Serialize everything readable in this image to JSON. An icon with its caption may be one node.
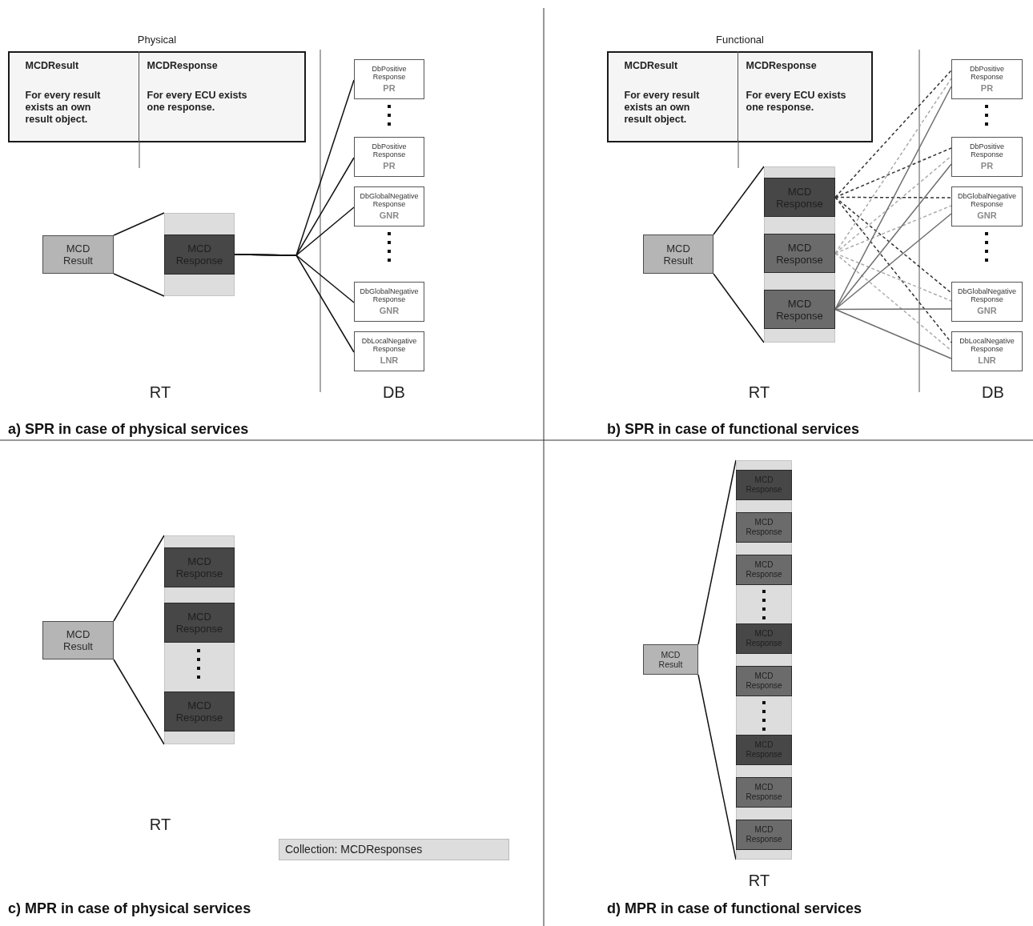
{
  "diagram": {
    "nodes": [
      {
        "text": [
          "Physical"
        ]
      },
      {
        "text": [
          "MCDResult",
          "For every result exists an own result object."
        ],
        "in": 0
      },
      {
        "text": [
          "MCDResponse",
          "For every ECU exists one response."
        ],
        "in": 0
      },
      {
        "text": [
          "MCD Result"
        ]
      },
      {
        "text": [],
        "shape": "bar"
      },
      {
        "text": [
          "MCD Response"
        ],
        "in": 4
      },
      {
        "text": [
          "DbPositive Response",
          "PR"
        ]
      },
      {
        "text": [
          "DbPositive Response",
          "PR"
        ]
      },
      {
        "text": [
          "DbGlobalNegative Response",
          "GNR"
        ]
      },
      {
        "text": [
          "DbGlobalNegative Response",
          "GNR"
        ]
      },
      {
        "text": [
          "DbLocalNegative Response",
          "LNR"
        ]
      },
      {
        "text": [
          "Functional"
        ]
      },
      {
        "text": [
          "MCDResult",
          "For every result exists an own result object."
        ],
        "in": 11
      },
      {
        "text": [
          "MCDResponse",
          "For every ECU exists one response."
        ],
        "in": 11
      },
      {
        "text": [
          "MCD Result"
        ]
      },
      {
        "text": [],
        "shape": "bar"
      },
      {
        "text": [
          "MCD Response"
        ],
        "in": 15
      },
      {
        "text": [
          "MCD Response"
        ],
        "in": 15
      },
      {
        "text": [
          "MCD Response"
        ],
        "in": 15
      },
      {
        "text": [
          "DbPositive Response",
          "PR"
        ]
      },
      {
        "text": [
          "DbPositive Response",
          "PR"
        ]
      },
      {
        "text": [
          "DbGlobalNegative Response",
          "GNR"
        ]
      },
      {
        "text": [
          "DbGlobalNegative Response",
          "GNR"
        ]
      },
      {
        "text": [
          "DbLocalNegative Response",
          "LNR"
        ]
      },
      {
        "text": [
          "MCD Result"
        ]
      },
      {
        "text": [],
        "shape": "bar"
      },
      {
        "text": [
          "MCD Response"
        ],
        "in": 25
      },
      {
        "text": [
          "MCD Response"
        ],
        "in": 25
      },
      {
        "text": [
          "MCD Response"
        ],
        "in": 25
      },
      {
        "text": [
          "MCD Result"
        ]
      },
      {
        "text": [],
        "shape": "bar"
      },
      {
        "text": [
          "MCD Response"
        ],
        "in": 30
      },
      {
        "text": [
          "MCD Response"
        ],
        "in": 30
      },
      {
        "text": [
          "MCD Response"
        ],
        "in": 30
      },
      {
        "text": [
          "MCD Response"
        ],
        "in": 30
      },
      {
        "text": [
          "MCD Response"
        ],
        "in": 30
      },
      {
        "text": [
          "MCD Response"
        ],
        "in": 30
      },
      {
        "text": [
          "MCD Response"
        ],
        "in": 30
      },
      {
        "text": [
          "MCD Response"
        ],
        "in": 30
      }
    ],
    "edges": [
      {
        "from": 3,
        "to": 4,
        "arrow": "none"
      },
      {
        "from": 3,
        "to": 4,
        "arrow": "none"
      },
      {
        "from": 5,
        "to": 6,
        "arrow": "none"
      },
      {
        "from": 5,
        "to": 7,
        "arrow": "none"
      },
      {
        "from": 5,
        "to": 8,
        "arrow": "none"
      },
      {
        "from": 5,
        "to": 9,
        "arrow": "none"
      },
      {
        "from": 5,
        "to": 10,
        "arrow": "none"
      },
      {
        "from": 14,
        "to": 15,
        "arrow": "none"
      },
      {
        "from": 14,
        "to": 15,
        "arrow": "none"
      },
      {
        "from": 16,
        "to": 19,
        "arrow": "none",
        "style": "dashed",
        "color": "#333333"
      },
      {
        "from": 16,
        "to": 20,
        "arrow": "none",
        "style": "dashed",
        "color": "#333333"
      },
      {
        "from": 16,
        "to": 21,
        "arrow": "none",
        "style": "dashed",
        "color": "#333333"
      },
      {
        "from": 16,
        "to": 22,
        "arrow": "none",
        "style": "dashed",
        "color": "#333333"
      },
      {
        "from": 16,
        "to": 23,
        "arrow": "none",
        "style": "dashed",
        "color": "#333333"
      },
      {
        "from": 17,
        "to": 19,
        "arrow": "none",
        "style": "dashed",
        "color": "#aaaaaa"
      },
      {
        "from": 17,
        "to": 20,
        "arrow": "none",
        "style": "dashed",
        "color": "#aaaaaa"
      },
      {
        "from": 17,
        "to": 21,
        "arrow": "none",
        "style": "dashed",
        "color": "#aaaaaa"
      },
      {
        "from": 17,
        "to": 22,
        "arrow": "none",
        "style": "dashed",
        "color": "#aaaaaa"
      },
      {
        "from": 17,
        "to": 23,
        "arrow": "none",
        "style": "dashed",
        "color": "#aaaaaa"
      },
      {
        "from": 18,
        "to": 19,
        "arrow": "none",
        "color": "#6e6e6e"
      },
      {
        "from": 18,
        "to": 20,
        "arrow": "none",
        "color": "#6e6e6e"
      },
      {
        "from": 18,
        "to": 21,
        "arrow": "none",
        "color": "#6e6e6e"
      },
      {
        "from": 18,
        "to": 22,
        "arrow": "none",
        "color": "#6e6e6e"
      },
      {
        "from": 18,
        "to": 23,
        "arrow": "none",
        "color": "#6e6e6e"
      },
      {
        "from": 24,
        "to": 25,
        "arrow": "none"
      },
      {
        "from": 24,
        "to": 25,
        "arrow": "none"
      },
      {
        "from": 29,
        "to": 30,
        "arrow": "none"
      },
      {
        "from": 29,
        "to": 30,
        "arrow": "none"
      }
    ],
    "labels": [
      "RT",
      "DB",
      "RT",
      "DB",
      "a) SPR in case of physical services",
      "b) SPR in case of functional services",
      "RT",
      "RT",
      "c) MPR in case of physical services",
      "d) MPR in case of functional services"
    ],
    "legend": [
      {
        "text": "Collection: MCDResponses",
        "color": "#dddddd"
      }
    ]
  }
}
